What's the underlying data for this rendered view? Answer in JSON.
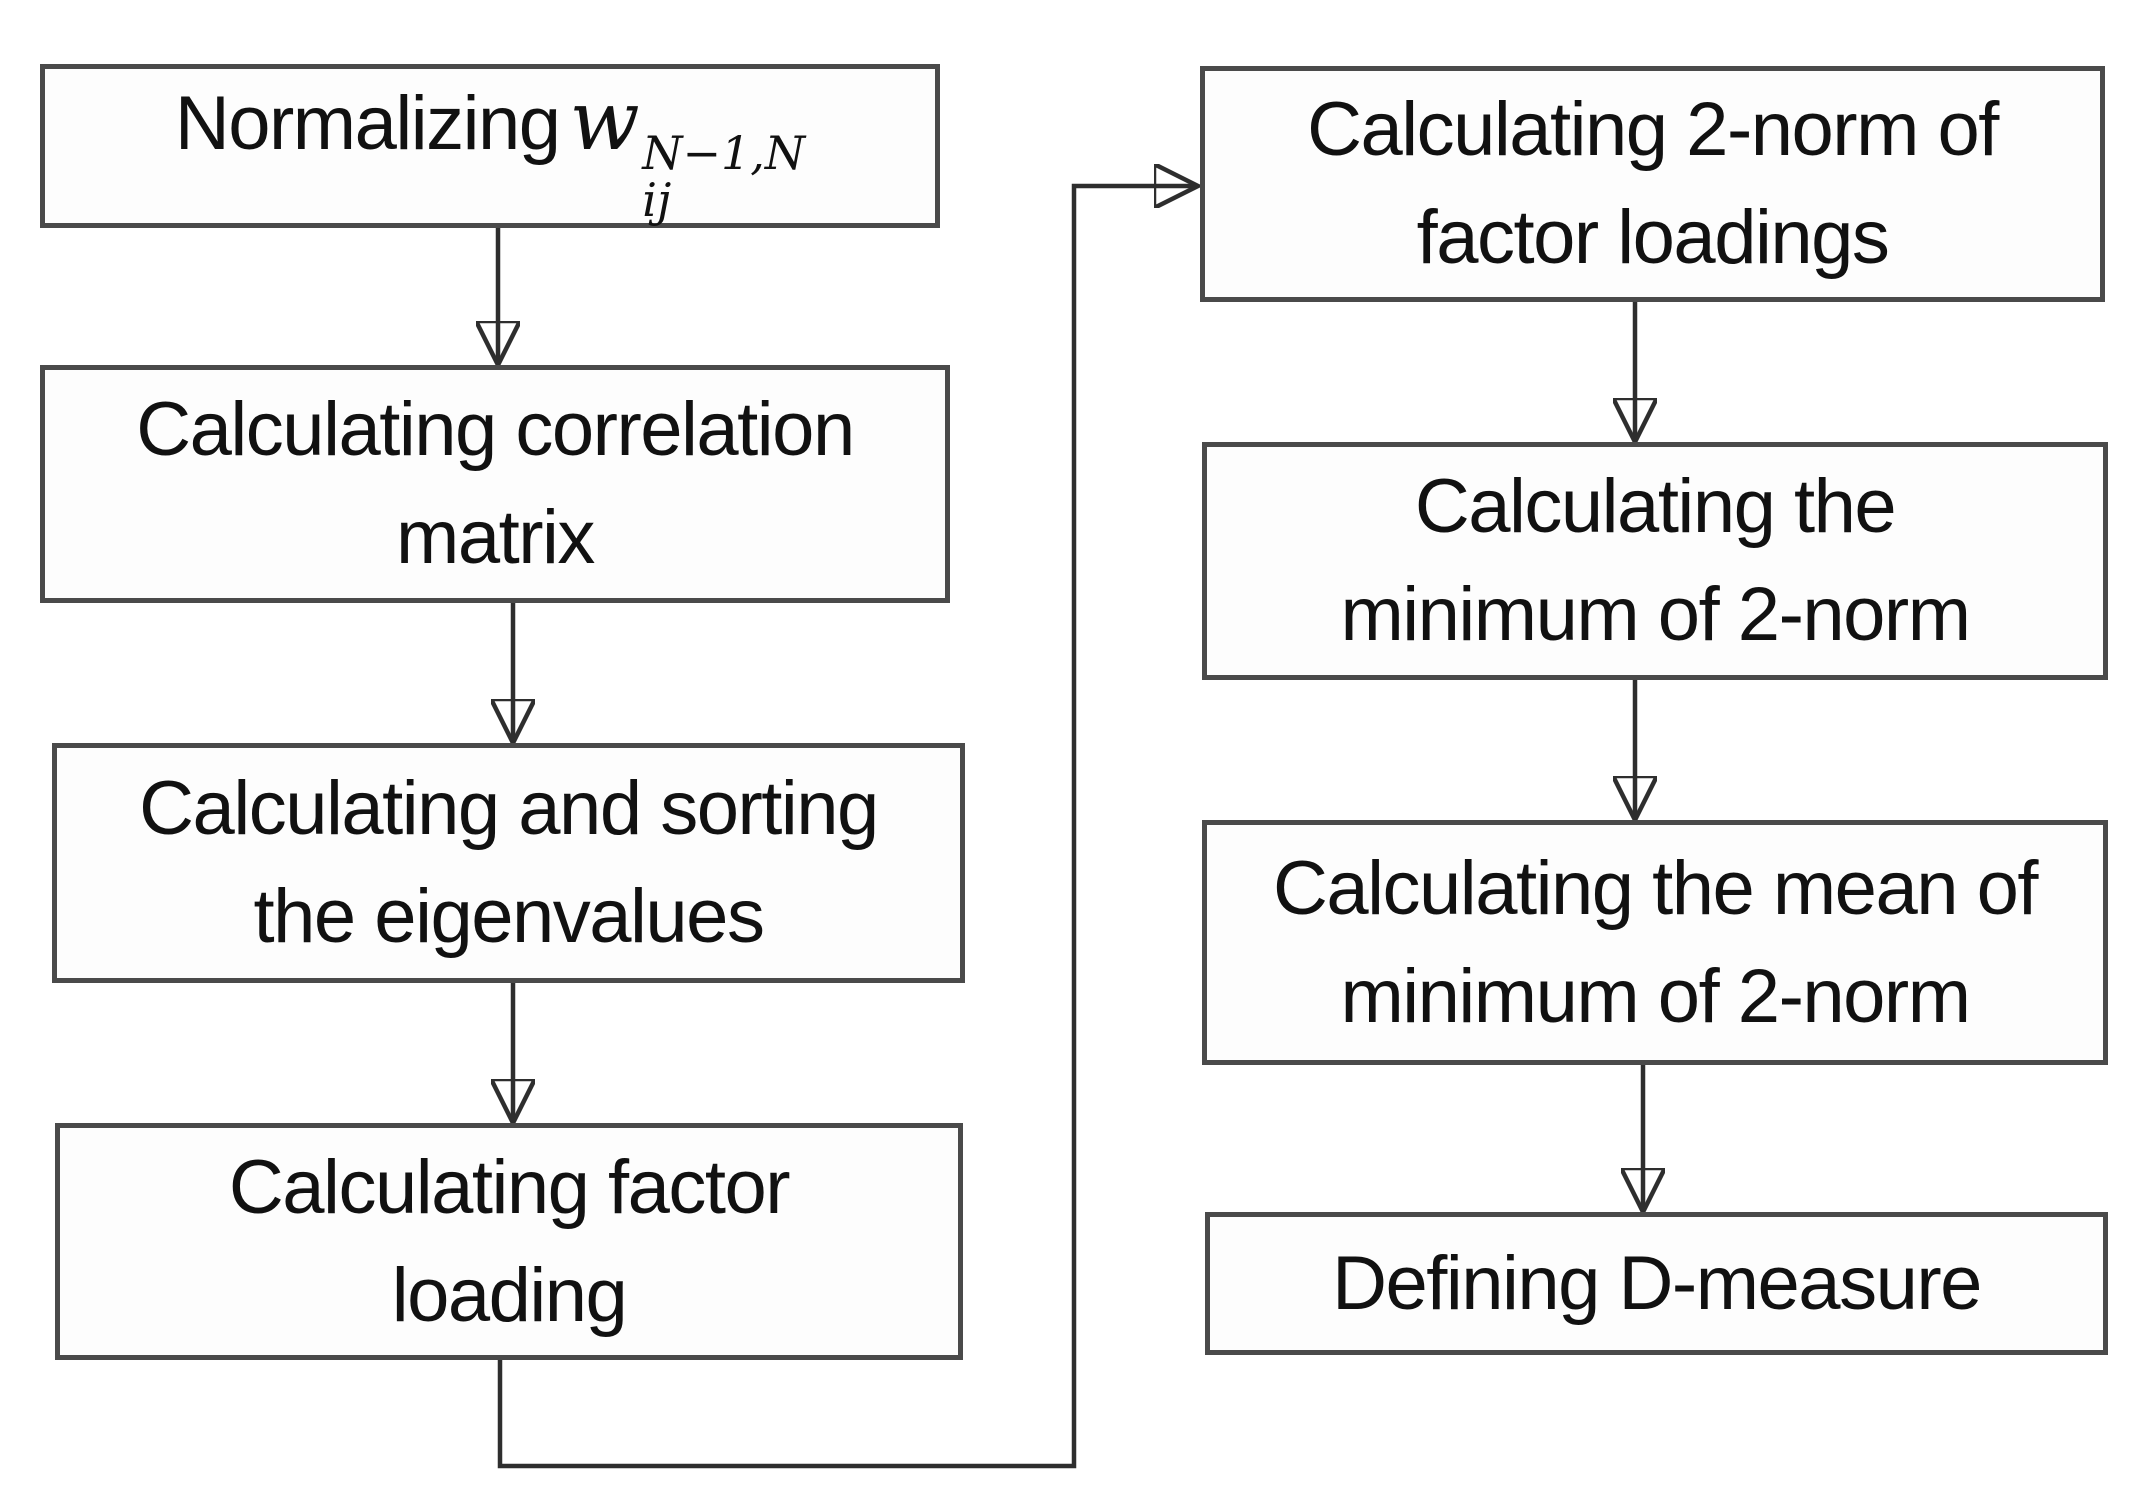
{
  "diagram": {
    "type": "flowchart",
    "background_color": "#ffffff",
    "box_fill_color": "#fdfdfd",
    "box_border_color": "#4a4a4a",
    "arrow_color": "#2e2e2e",
    "text_color": "#111111"
  },
  "nodes": [
    {
      "id": "normalizing",
      "text": "Normalizing",
      "formula": {
        "var": "w",
        "sup": "N−1,N",
        "sub": "ij"
      }
    },
    {
      "id": "correlation",
      "line1": "Calculating correlation",
      "line2": "matrix"
    },
    {
      "id": "eigenvalues",
      "line1": "Calculating and sorting",
      "line2": "the eigenvalues"
    },
    {
      "id": "factor-loading",
      "line1": "Calculating factor",
      "line2": "loading"
    },
    {
      "id": "two-norm",
      "line1": "Calculating 2-norm of",
      "line2": "factor loadings"
    },
    {
      "id": "minimum-2norm",
      "line1": "Calculating the",
      "line2": "minimum of 2-norm"
    },
    {
      "id": "mean-min-2norm",
      "line1": "Calculating the mean of",
      "line2": "minimum of 2-norm"
    },
    {
      "id": "d-measure",
      "line1": "Defining D-measure"
    }
  ],
  "edges": [
    {
      "from": "normalizing",
      "to": "correlation",
      "style": "straight-down-arrow"
    },
    {
      "from": "correlation",
      "to": "eigenvalues",
      "style": "straight-down-arrow"
    },
    {
      "from": "eigenvalues",
      "to": "factor-loading",
      "style": "straight-down-arrow"
    },
    {
      "from": "factor-loading",
      "to": "two-norm",
      "style": "elbow-down-right-up-arrow"
    },
    {
      "from": "two-norm",
      "to": "minimum-2norm",
      "style": "straight-down-arrow"
    },
    {
      "from": "minimum-2norm",
      "to": "mean-min-2norm",
      "style": "straight-down-arrow"
    },
    {
      "from": "mean-min-2norm",
      "to": "d-measure",
      "style": "straight-down-arrow"
    }
  ]
}
